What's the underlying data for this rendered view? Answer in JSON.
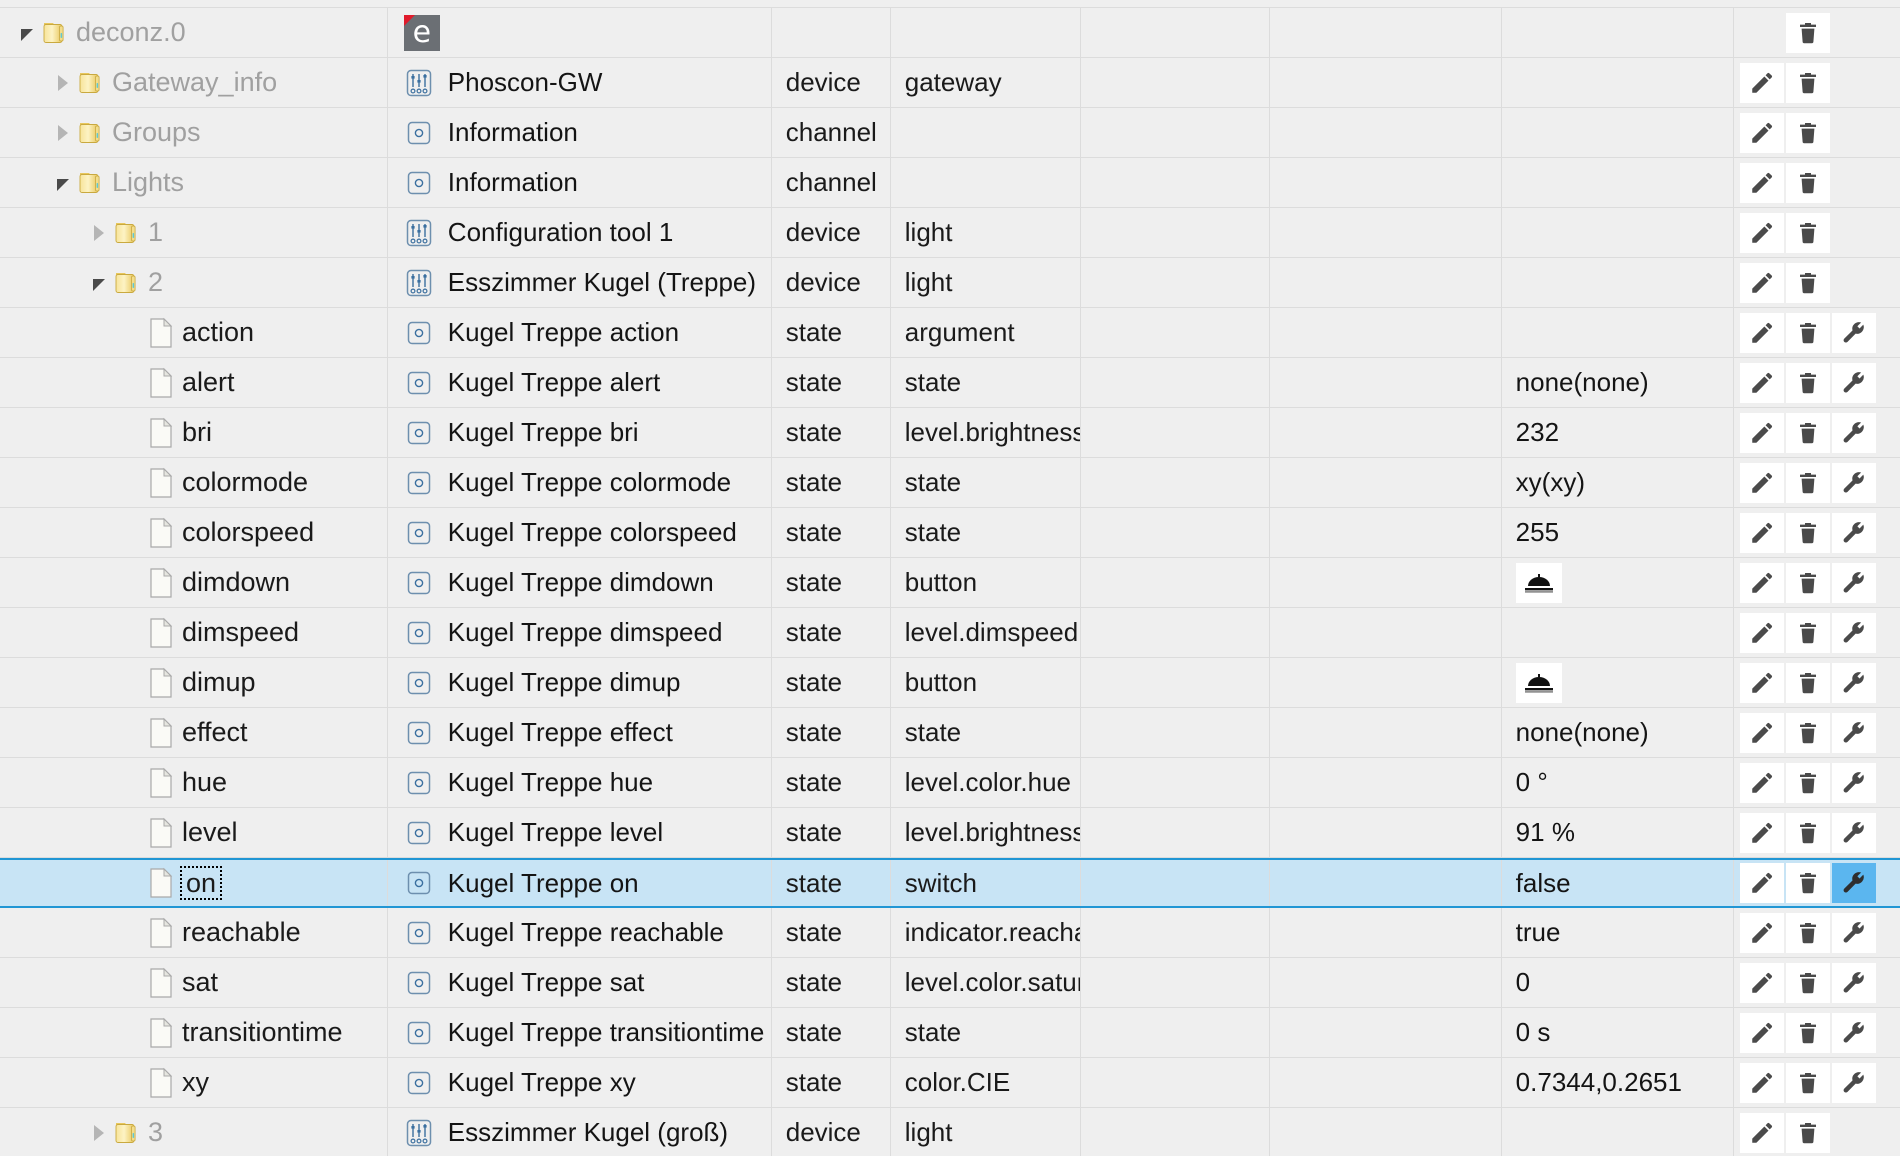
{
  "app": {
    "adapter": "deconz.0",
    "columns": [
      "tree",
      "name",
      "type",
      "role",
      "room",
      "function",
      "value",
      "actions"
    ]
  },
  "icons": {
    "folder": "folder-icon",
    "document": "document-icon",
    "device": "sliders-device-icon",
    "state": "state-circle-icon",
    "edit": "pencil-icon",
    "delete": "trash-icon",
    "settings": "wrench-icon",
    "expand_collapsed": "triangle-right-icon",
    "expand_expanded": "triangle-down-icon",
    "button_value": "push-button-icon",
    "adapter_logo": "e-logo-icon"
  },
  "colors": {
    "selection_bg": "#c8e4f5",
    "selection_border": "#2196d4",
    "highlight_button": "#5bb6ef",
    "row_bg": "#efefef",
    "grid_line": "#dcdcdc",
    "tree_label": "#a0a0a0"
  },
  "rows": [
    {
      "id": "partial-top",
      "partial": true
    },
    {
      "id": "deconz-0",
      "indent": 0,
      "twisty": "down",
      "treeIcon": "folder",
      "tree": "deconz.0",
      "nameIcon": "adapter_logo",
      "name": "",
      "type": "",
      "role": "",
      "value": "",
      "valueIcon": null,
      "actions": [
        "",
        "delete",
        ""
      ],
      "selected": false
    },
    {
      "id": "gateway-info",
      "indent": 1,
      "twisty": "right",
      "treeIcon": "folder",
      "tree": "Gateway_info",
      "nameIcon": "device",
      "name": "Phoscon-GW",
      "type": "device",
      "role": "gateway",
      "value": "",
      "valueIcon": null,
      "actions": [
        "edit",
        "delete",
        ""
      ],
      "selected": false
    },
    {
      "id": "groups",
      "indent": 1,
      "twisty": "right",
      "treeIcon": "folder",
      "tree": "Groups",
      "nameIcon": "state",
      "name": "Information",
      "type": "channel",
      "role": "",
      "value": "",
      "valueIcon": null,
      "actions": [
        "edit",
        "delete",
        ""
      ],
      "selected": false
    },
    {
      "id": "lights",
      "indent": 1,
      "twisty": "down",
      "treeIcon": "folder",
      "tree": "Lights",
      "nameIcon": "state",
      "name": "Information",
      "type": "channel",
      "role": "",
      "value": "",
      "valueIcon": null,
      "actions": [
        "edit",
        "delete",
        ""
      ],
      "selected": false
    },
    {
      "id": "light-1",
      "indent": 2,
      "twisty": "right",
      "treeIcon": "folder",
      "tree": "1",
      "nameIcon": "device",
      "name": "Configuration tool 1",
      "type": "device",
      "role": "light",
      "value": "",
      "valueIcon": null,
      "actions": [
        "edit",
        "delete",
        ""
      ],
      "selected": false
    },
    {
      "id": "light-2",
      "indent": 2,
      "twisty": "down",
      "treeIcon": "folder",
      "tree": "2",
      "nameIcon": "device",
      "name": "Esszimmer Kugel (Treppe)",
      "type": "device",
      "role": "light",
      "value": "",
      "valueIcon": null,
      "actions": [
        "edit",
        "delete",
        ""
      ],
      "selected": false
    },
    {
      "id": "state-action",
      "indent": 3,
      "twisty": "none",
      "treeIcon": "document",
      "tree": "action",
      "nameIcon": "state",
      "name": "Kugel Treppe action",
      "type": "state",
      "role": "argument",
      "value": "",
      "valueIcon": null,
      "actions": [
        "edit",
        "delete",
        "settings"
      ],
      "selected": false
    },
    {
      "id": "state-alert",
      "indent": 3,
      "twisty": "none",
      "treeIcon": "document",
      "tree": "alert",
      "nameIcon": "state",
      "name": "Kugel Treppe alert",
      "type": "state",
      "role": "state",
      "value": "none(none)",
      "valueIcon": null,
      "actions": [
        "edit",
        "delete",
        "settings"
      ],
      "selected": false
    },
    {
      "id": "state-bri",
      "indent": 3,
      "twisty": "none",
      "treeIcon": "document",
      "tree": "bri",
      "nameIcon": "state",
      "name": "Kugel Treppe bri",
      "type": "state",
      "role": "level.brightness",
      "value": "232",
      "valueIcon": null,
      "actions": [
        "edit",
        "delete",
        "settings"
      ],
      "selected": false
    },
    {
      "id": "state-colormode",
      "indent": 3,
      "twisty": "none",
      "treeIcon": "document",
      "tree": "colormode",
      "nameIcon": "state",
      "name": "Kugel Treppe colormode",
      "type": "state",
      "role": "state",
      "value": "xy(xy)",
      "valueIcon": null,
      "actions": [
        "edit",
        "delete",
        "settings"
      ],
      "selected": false
    },
    {
      "id": "state-colorspeed",
      "indent": 3,
      "twisty": "none",
      "treeIcon": "document",
      "tree": "colorspeed",
      "nameIcon": "state",
      "name": "Kugel Treppe colorspeed",
      "type": "state",
      "role": "state",
      "value": "255",
      "valueIcon": null,
      "actions": [
        "edit",
        "delete",
        "settings"
      ],
      "selected": false
    },
    {
      "id": "state-dimdown",
      "indent": 3,
      "twisty": "none",
      "treeIcon": "document",
      "tree": "dimdown",
      "nameIcon": "state",
      "name": "Kugel Treppe dimdown",
      "type": "state",
      "role": "button",
      "value": "",
      "valueIcon": "button_value",
      "actions": [
        "edit",
        "delete",
        "settings"
      ],
      "selected": false
    },
    {
      "id": "state-dimspeed",
      "indent": 3,
      "twisty": "none",
      "treeIcon": "document",
      "tree": "dimspeed",
      "nameIcon": "state",
      "name": "Kugel Treppe dimspeed",
      "type": "state",
      "role": "level.dimspeed",
      "value": "",
      "valueIcon": null,
      "actions": [
        "edit",
        "delete",
        "settings"
      ],
      "selected": false
    },
    {
      "id": "state-dimup",
      "indent": 3,
      "twisty": "none",
      "treeIcon": "document",
      "tree": "dimup",
      "nameIcon": "state",
      "name": "Kugel Treppe dimup",
      "type": "state",
      "role": "button",
      "value": "",
      "valueIcon": "button_value",
      "actions": [
        "edit",
        "delete",
        "settings"
      ],
      "selected": false
    },
    {
      "id": "state-effect",
      "indent": 3,
      "twisty": "none",
      "treeIcon": "document",
      "tree": "effect",
      "nameIcon": "state",
      "name": "Kugel Treppe effect",
      "type": "state",
      "role": "state",
      "value": "none(none)",
      "valueIcon": null,
      "actions": [
        "edit",
        "delete",
        "settings"
      ],
      "selected": false
    },
    {
      "id": "state-hue",
      "indent": 3,
      "twisty": "none",
      "treeIcon": "document",
      "tree": "hue",
      "nameIcon": "state",
      "name": "Kugel Treppe hue",
      "type": "state",
      "role": "level.color.hue",
      "value": "0 °",
      "valueIcon": null,
      "actions": [
        "edit",
        "delete",
        "settings"
      ],
      "selected": false
    },
    {
      "id": "state-level",
      "indent": 3,
      "twisty": "none",
      "treeIcon": "document",
      "tree": "level",
      "nameIcon": "state",
      "name": "Kugel Treppe level",
      "type": "state",
      "role": "level.brightness",
      "value": "91 %",
      "valueIcon": null,
      "actions": [
        "edit",
        "delete",
        "settings"
      ],
      "selected": false
    },
    {
      "id": "state-on",
      "indent": 3,
      "twisty": "none",
      "treeIcon": "document",
      "tree": "on",
      "nameIcon": "state",
      "name": "Kugel Treppe on",
      "type": "state",
      "role": "switch",
      "value": "false",
      "valueIcon": null,
      "actions": [
        "edit",
        "delete",
        "settings"
      ],
      "selected": true,
      "settingsHighlighted": true,
      "treeFocused": true
    },
    {
      "id": "state-reachable",
      "indent": 3,
      "twisty": "none",
      "treeIcon": "document",
      "tree": "reachable",
      "nameIcon": "state",
      "name": "Kugel Treppe reachable",
      "type": "state",
      "role": "indicator.reachable",
      "value": "true",
      "valueIcon": null,
      "actions": [
        "edit",
        "delete",
        "settings"
      ],
      "selected": false
    },
    {
      "id": "state-sat",
      "indent": 3,
      "twisty": "none",
      "treeIcon": "document",
      "tree": "sat",
      "nameIcon": "state",
      "name": "Kugel Treppe sat",
      "type": "state",
      "role": "level.color.saturation",
      "value": "0",
      "valueIcon": null,
      "actions": [
        "edit",
        "delete",
        "settings"
      ],
      "selected": false
    },
    {
      "id": "state-transitiontime",
      "indent": 3,
      "twisty": "none",
      "treeIcon": "document",
      "tree": "transitiontime",
      "nameIcon": "state",
      "name": "Kugel Treppe transitiontime",
      "type": "state",
      "role": "state",
      "value": "0 s",
      "valueIcon": null,
      "actions": [
        "edit",
        "delete",
        "settings"
      ],
      "selected": false
    },
    {
      "id": "state-xy",
      "indent": 3,
      "twisty": "none",
      "treeIcon": "document",
      "tree": "xy",
      "nameIcon": "state",
      "name": "Kugel Treppe xy",
      "type": "state",
      "role": "color.CIE",
      "value": "0.7344,0.2651",
      "valueIcon": null,
      "actions": [
        "edit",
        "delete",
        "settings"
      ],
      "selected": false
    },
    {
      "id": "light-3",
      "indent": 2,
      "twisty": "right",
      "treeIcon": "folder",
      "tree": "3",
      "nameIcon": "device",
      "name": "Esszimmer Kugel (groß)",
      "type": "device",
      "role": "light",
      "value": "",
      "valueIcon": null,
      "actions": [
        "edit",
        "delete",
        ""
      ],
      "selected": false
    }
  ]
}
